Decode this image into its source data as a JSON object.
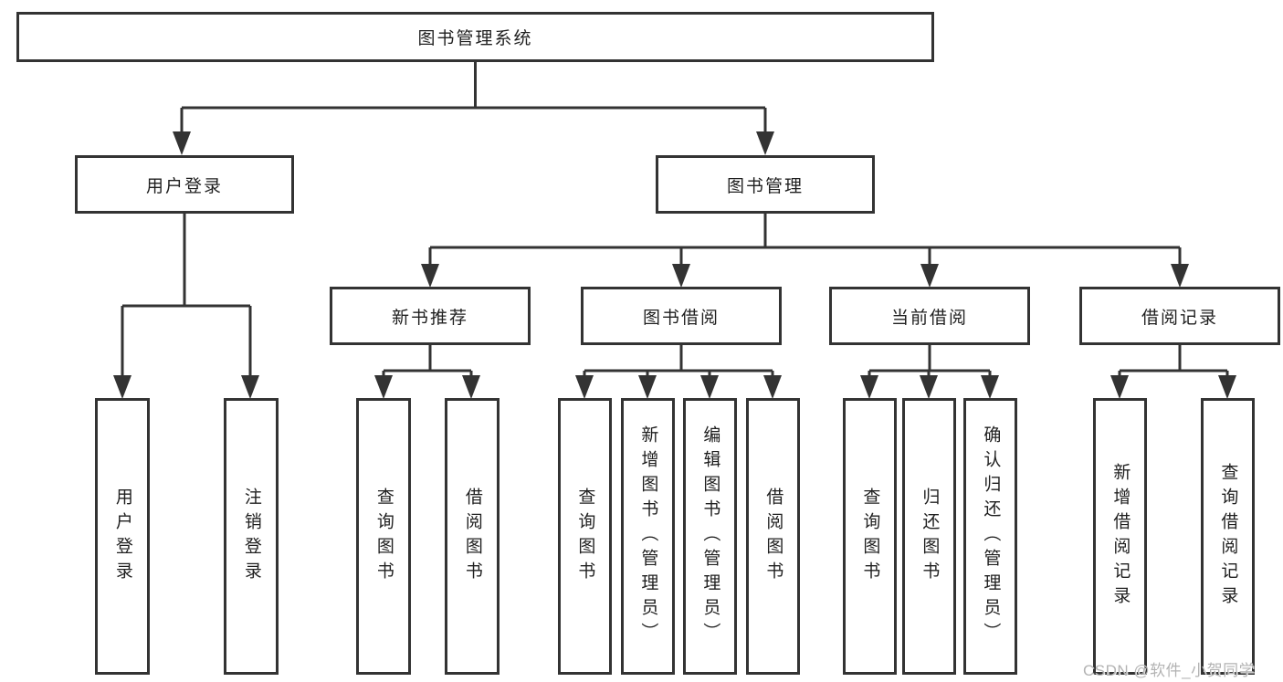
{
  "tree": {
    "root": "图书管理系统",
    "level2": [
      {
        "label": "用户登录",
        "leaves": [
          "用户登录",
          "注销登录"
        ]
      },
      {
        "label": "图书管理",
        "children": [
          {
            "label": "新书推荐",
            "leaves": [
              "查询图书",
              "借阅图书"
            ]
          },
          {
            "label": "图书借阅",
            "leaves": [
              "查询图书",
              "新增图书（管理员）",
              "编辑图书（管理员）",
              "借阅图书"
            ]
          },
          {
            "label": "当前借阅",
            "leaves": [
              "查询图书",
              "归还图书",
              "确认归还（管理员）"
            ]
          },
          {
            "label": "借阅记录",
            "leaves": [
              "新增借阅记录",
              "查询借阅记录"
            ]
          }
        ]
      }
    ]
  },
  "watermark": "CSDN @软件_小贺同学",
  "colors": {
    "line": "#333333",
    "box_border": "#333333",
    "text": "#1f1f1f",
    "watermark": "#b3b3b3",
    "background": "#ffffff"
  }
}
